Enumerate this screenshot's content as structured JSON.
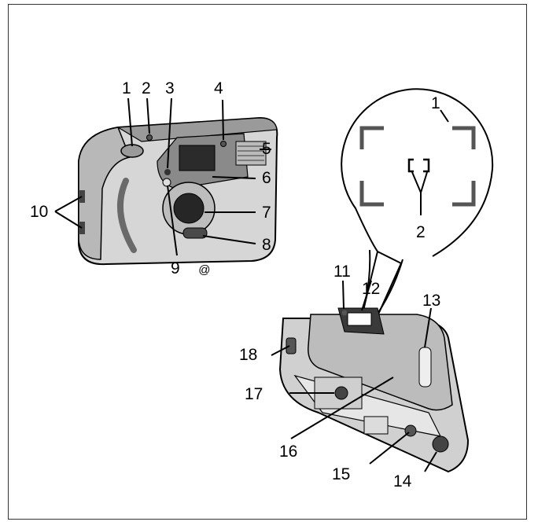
{
  "front_labels": [
    "1",
    "2",
    "3",
    "4",
    "5",
    "6",
    "7",
    "8",
    "9",
    "10"
  ],
  "back_labels": [
    "11",
    "12",
    "13",
    "14",
    "15",
    "16",
    "17",
    "18"
  ],
  "viewfinder_labels": [
    "1",
    "2"
  ],
  "reference_mark": "@",
  "colors": {
    "body_light": "#d6d6d6",
    "body_mid": "#b4b4b4",
    "body_dark": "#8a8a8a",
    "lens_dark": "#262626",
    "outline": "#000000"
  }
}
